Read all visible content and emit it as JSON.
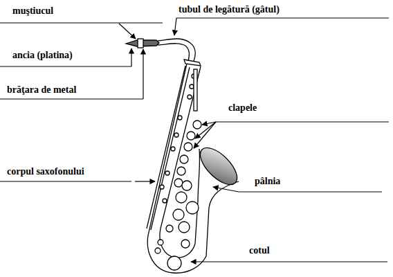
{
  "diagram": {
    "labels": [
      "muştiucul",
      "tubul de legătură (gâtul)",
      "ancia (platina)",
      "brăţara de metal",
      "clapele",
      "corpul saxofonului",
      "pâlnia",
      "cotul"
    ]
  }
}
